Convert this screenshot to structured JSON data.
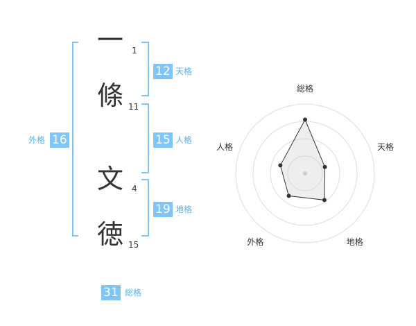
{
  "name_chars": [
    {
      "char": "一",
      "strokes": "1"
    },
    {
      "char": "條",
      "strokes": "11"
    },
    {
      "char": "文",
      "strokes": "4"
    },
    {
      "char": "徳",
      "strokes": "15"
    }
  ],
  "fortunes": {
    "tenkaku": {
      "value": "12",
      "label": "天格"
    },
    "jinkaku": {
      "value": "15",
      "label": "人格"
    },
    "chikaku": {
      "value": "19",
      "label": "地格"
    },
    "gaikaku": {
      "value": "16",
      "label": "外格"
    },
    "soukaku": {
      "value": "31",
      "label": "総格"
    }
  },
  "colors": {
    "accent": "#7fc6f6",
    "label": "#5ab2ef",
    "text": "#333333"
  },
  "chart_data": {
    "type": "radar",
    "axes": [
      "総格",
      "天格",
      "地格",
      "外格",
      "人格"
    ],
    "values": [
      31,
      12,
      19,
      16,
      15
    ],
    "rings": 4
  }
}
